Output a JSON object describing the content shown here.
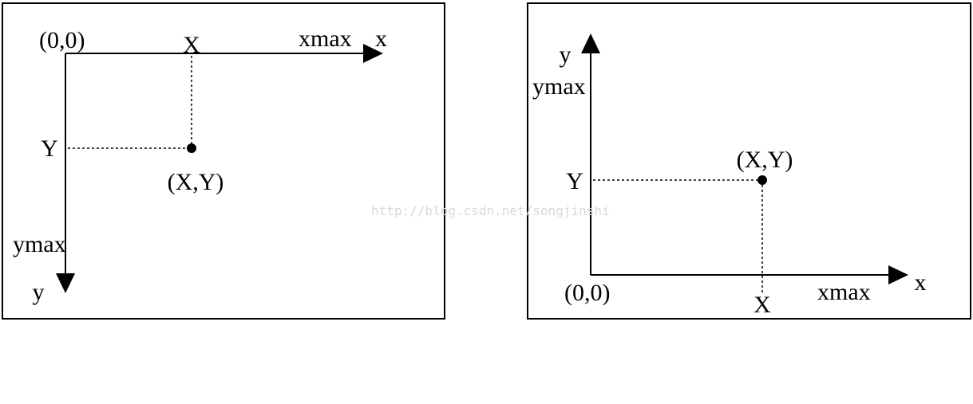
{
  "colors": {
    "ink": "#000000",
    "watermark": "#d9d9d9",
    "background": "#ffffff"
  },
  "watermark": "http://blog.csdn.net/songjinshi",
  "panels": [
    {
      "id": "screen-coordinates",
      "origin_label": "(0,0)",
      "x_axis_label": "x",
      "x_max_label": "xmax",
      "y_axis_label": "y",
      "y_max_label": "ymax",
      "point_x_label": "X",
      "point_y_label": "Y",
      "point_label": "(X,Y)"
    },
    {
      "id": "cartesian-coordinates",
      "origin_label": "(0,0)",
      "x_axis_label": "x",
      "x_max_label": "xmax",
      "y_axis_label": "y",
      "y_max_label": "ymax",
      "point_x_label": "X",
      "point_y_label": "Y",
      "point_label": "(X,Y)"
    }
  ]
}
